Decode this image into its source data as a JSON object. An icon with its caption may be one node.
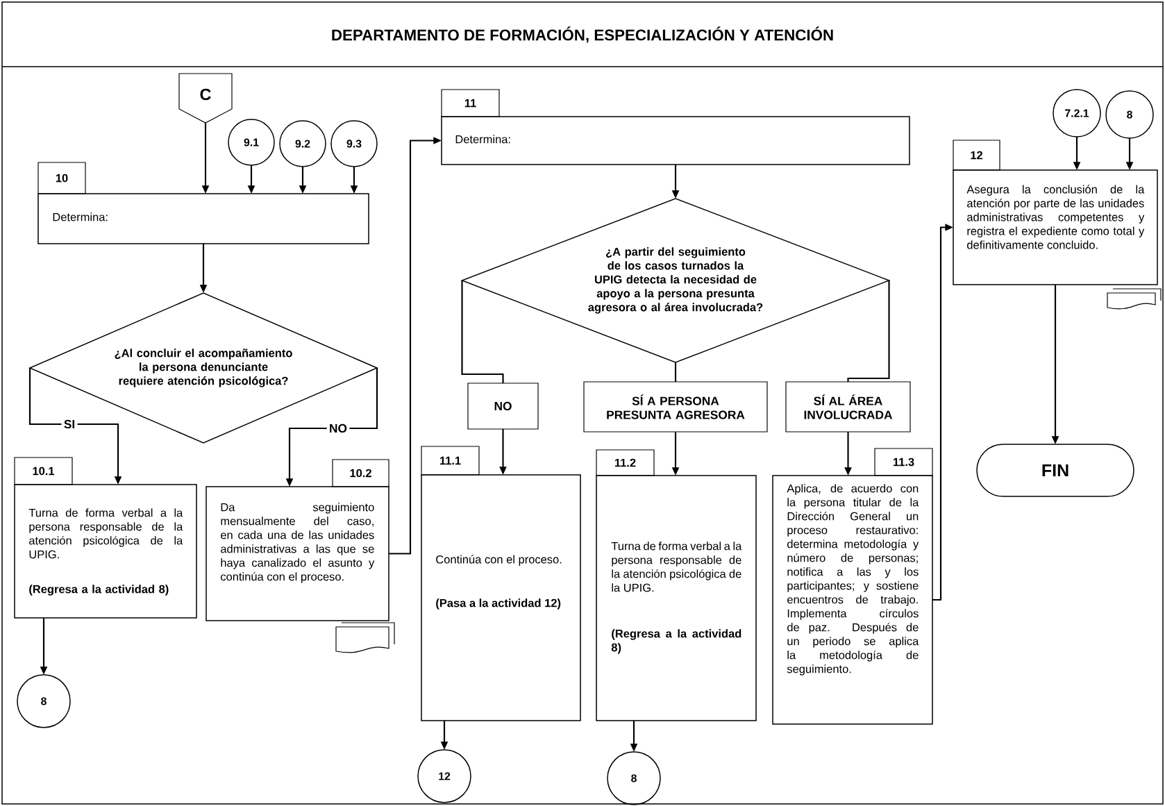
{
  "diagram": {
    "title": "DEPARTAMENTO DE FORMACIÓN, ESPECIALIZACIÓN Y ATENCIÓN",
    "nodes": [
      {
        "text": [
          "C"
        ]
      },
      {
        "text": [
          "9.1"
        ]
      },
      {
        "text": [
          "9.2"
        ]
      },
      {
        "text": [
          "9.3"
        ]
      },
      {
        "text": [
          "10",
          "Determina:"
        ]
      },
      {
        "text": [
          "¿Al concluir el acompañamiento la persona denunciante requiere atención psicológica?"
        ]
      },
      {
        "text": [
          "10.1",
          "Turna de forma verbal a la persona responsable de la atención psicológica de la UPIG.",
          "(Regresa a la actividad 8)"
        ]
      },
      {
        "text": [
          "10.2",
          "Da seguimiento mensualmente del caso, en cada una de las unidades administrativas a las que se haya canalizado el asunto y continúa con el proceso."
        ]
      },
      {
        "text": [
          "8"
        ]
      },
      {
        "text": [
          "11",
          "Determina:"
        ]
      },
      {
        "text": [
          "¿A partir del seguimiento de los casos turnados la UPIG detecta la necesidad de apoyo a la persona presunta agresora o al área involucrada?"
        ]
      },
      {
        "text": [
          "NO"
        ]
      },
      {
        "text": [
          "SÍ A PERSONA PRESUNTA AGRESORA"
        ]
      },
      {
        "text": [
          "SÍ AL ÁREA INVOLUCRADA"
        ]
      },
      {
        "text": [
          "11.1",
          "Continúa con el proceso.",
          "(Pasa a la actividad 12)"
        ]
      },
      {
        "text": [
          "11.2",
          "Turna de forma verbal a la persona responsable de la atención psicológica de la UPIG.",
          "(Regresa a la actividad 8)"
        ]
      },
      {
        "text": [
          "11.3",
          "Aplica, de acuerdo con la persona titular de la Dirección General un proceso restaurativo: determina metodología y número de personas; notifica a las y los participantes; y sostiene encuentros de trabajo. Implementa círculos de paz. Después de un periodo se aplica la metodología de seguimiento."
        ]
      },
      {
        "text": [
          "12"
        ]
      },
      {
        "text": [
          "8"
        ]
      },
      {
        "text": [
          "7.2.1"
        ]
      },
      {
        "text": [
          "8"
        ]
      },
      {
        "text": [
          "12",
          "Asegura la conclusión de la atención por parte de las unidades administrativas competentes y registra el expediente como total y definitivamente concluido."
        ]
      },
      {
        "text": [
          "FIN"
        ]
      }
    ],
    "edges": [
      {
        "from": 0,
        "to": 4,
        "arrow": "to"
      },
      {
        "from": 1,
        "to": 4,
        "arrow": "to"
      },
      {
        "from": 2,
        "to": 4,
        "arrow": "to"
      },
      {
        "from": 3,
        "to": 4,
        "arrow": "to"
      },
      {
        "from": 4,
        "to": 5,
        "arrow": "to"
      },
      {
        "from": 5,
        "to": 6,
        "arrow": "to",
        "label": "SI"
      },
      {
        "from": 5,
        "to": 7,
        "arrow": "to",
        "label": "NO"
      },
      {
        "from": 6,
        "to": 8,
        "arrow": "to"
      },
      {
        "from": 7,
        "to": 9,
        "arrow": "to"
      },
      {
        "from": 9,
        "to": 10,
        "arrow": "to"
      },
      {
        "from": 10,
        "to": 11,
        "arrow": "none"
      },
      {
        "from": 10,
        "to": 12,
        "arrow": "none"
      },
      {
        "from": 10,
        "to": 13,
        "arrow": "none"
      },
      {
        "from": 11,
        "to": 14,
        "arrow": "to"
      },
      {
        "from": 12,
        "to": 15,
        "arrow": "to"
      },
      {
        "from": 13,
        "to": 16,
        "arrow": "to"
      },
      {
        "from": 14,
        "to": 17,
        "arrow": "to"
      },
      {
        "from": 15,
        "to": 18,
        "arrow": "to"
      },
      {
        "from": 16,
        "to": 21,
        "arrow": "to"
      },
      {
        "from": 19,
        "to": 21,
        "arrow": "to"
      },
      {
        "from": 20,
        "to": 21,
        "arrow": "to"
      },
      {
        "from": 21,
        "to": 22,
        "arrow": "to"
      }
    ]
  }
}
